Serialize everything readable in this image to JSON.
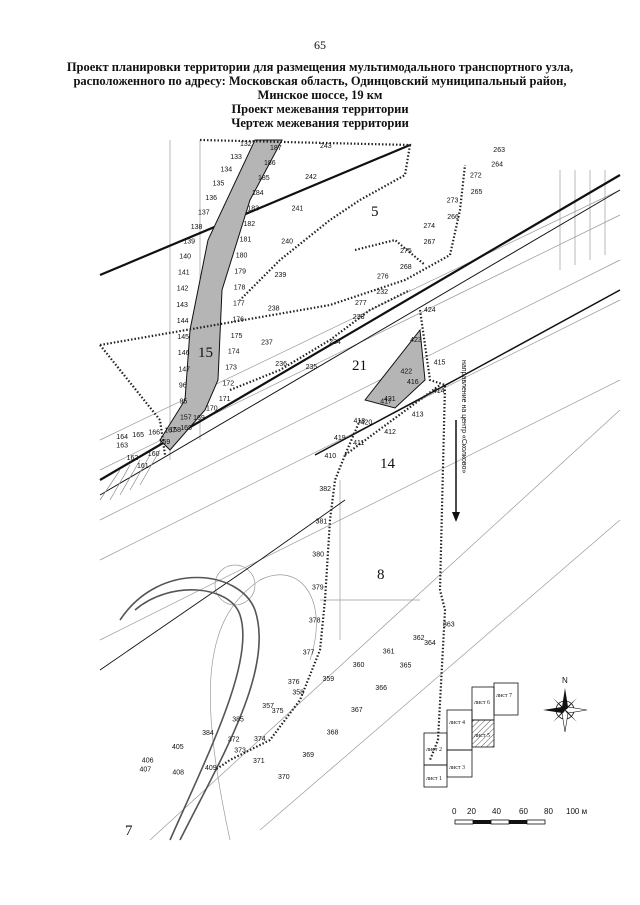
{
  "page_number": "65",
  "title_lines": [
    "Проект планировки территории для размещения мультимодального транспортного узла,",
    "расположенного по адресу: Московская область, Одинцовский муниципальный район,",
    "Минское шоссе, 19 км",
    "Проект межевания территории",
    "Чертеж межевания территории"
  ],
  "parcels": [
    "15",
    "5",
    "21",
    "14",
    "8",
    "7"
  ],
  "direction_label": "направление на центр «Сколково»",
  "points_left": [
    "132",
    "133",
    "134",
    "135",
    "136",
    "137",
    "138",
    "139",
    "140",
    "141",
    "142",
    "143",
    "144",
    "145",
    "146",
    "147",
    "96",
    "95",
    "157",
    "158",
    "159",
    "160",
    "161",
    "162",
    "163",
    "164",
    "165",
    "166",
    "167",
    "168",
    "169",
    "170",
    "171",
    "172",
    "173",
    "174",
    "175",
    "176",
    "177",
    "178",
    "179",
    "180",
    "181",
    "182",
    "183",
    "184",
    "185",
    "186",
    "187"
  ],
  "points_right": [
    "243",
    "242",
    "241",
    "240",
    "239",
    "238",
    "237",
    "236",
    "235",
    "234",
    "233",
    "232",
    "268",
    "267",
    "266",
    "265",
    "264",
    "263",
    "272",
    "273",
    "274",
    "275",
    "276",
    "277"
  ],
  "points_bottom": [
    "424",
    "423",
    "422",
    "421",
    "420",
    "419",
    "418",
    "417",
    "416",
    "415",
    "414",
    "413",
    "412",
    "411",
    "410",
    "382",
    "381",
    "380",
    "379",
    "378",
    "377",
    "376",
    "375",
    "374",
    "373",
    "372",
    "371",
    "370",
    "369",
    "368",
    "367",
    "366",
    "365",
    "364",
    "363",
    "362",
    "361",
    "360",
    "359",
    "358",
    "357",
    "385",
    "384",
    "405",
    "406",
    "407",
    "408",
    "409"
  ],
  "sheet_index": [
    "лист 1",
    "лист 2",
    "лист 3",
    "лист 4",
    "лист 5",
    "лист 6",
    "лист 7"
  ],
  "north_label": "N",
  "scale_labels": [
    "0",
    "20",
    "40",
    "60",
    "80",
    "100 м"
  ],
  "colors": {
    "line": "#111111",
    "thin": "#9a9a9a",
    "hatch": "#8c8c8c",
    "parcel_fill": "#b5b5b5"
  }
}
